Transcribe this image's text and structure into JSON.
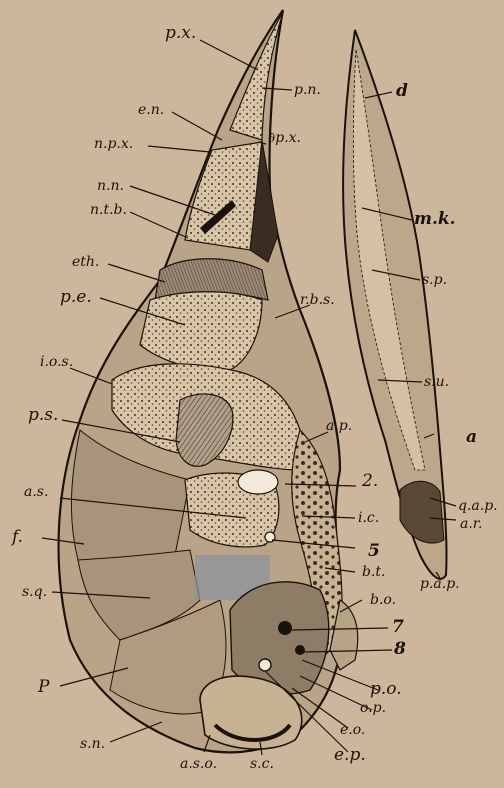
{
  "figure": {
    "labels": {
      "px": "p.x.",
      "pn": "p.n.",
      "en": "e.n.",
      "dpx": "∂p.x.",
      "npx": "n.p.x.",
      "nn": "n.n.",
      "ntb": "n.t.b.",
      "eth": "eth.",
      "pe": "p.e.",
      "rbs": "r.b.s.",
      "ios": "i.o.s.",
      "ps": "p.s.",
      "ap": "a.p.",
      "as": "a.s.",
      "n2": "2.",
      "ic": "i.c.",
      "n5": "5",
      "f": "f.",
      "bt": "b.t.",
      "sq": "s.q.",
      "bo": "b.o.",
      "n7": "7",
      "p": "P",
      "n8": "8",
      "po": "p.o.",
      "op": "o.p.",
      "eo": "e.o.",
      "sn": "s.n.",
      "ep": "e.p.",
      "aso": "a.s.o.",
      "sc": "s.c.",
      "d": "d",
      "mk": "m.k.",
      "sp": "s.p.",
      "su": "s.u.",
      "a": "a",
      "qap": "q.a.p.",
      "ar": "a.r.",
      "pap": "p.a.p."
    }
  }
}
